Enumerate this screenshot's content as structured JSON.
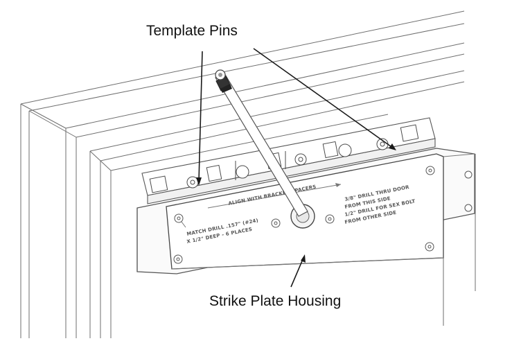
{
  "labels": {
    "template_pins": "Template Pins",
    "strike_plate_housing": "Strike Plate Housing"
  },
  "plate_text": {
    "align_line": "ALIGN WITH BRACKET SPACERS",
    "match_drill_1": "MATCH DRILL .157\" (#24)",
    "match_drill_2": "X 1/2\" DEEP - 6 PLACES",
    "thru_door_1": "3/8\" DRILL THRU DOOR",
    "thru_door_2": "FROM THIS SIDE",
    "sex_bolt_1": "1/2\" DRILL FOR SEX BOLT",
    "sex_bolt_2": "FROM OTHER SIDE"
  }
}
